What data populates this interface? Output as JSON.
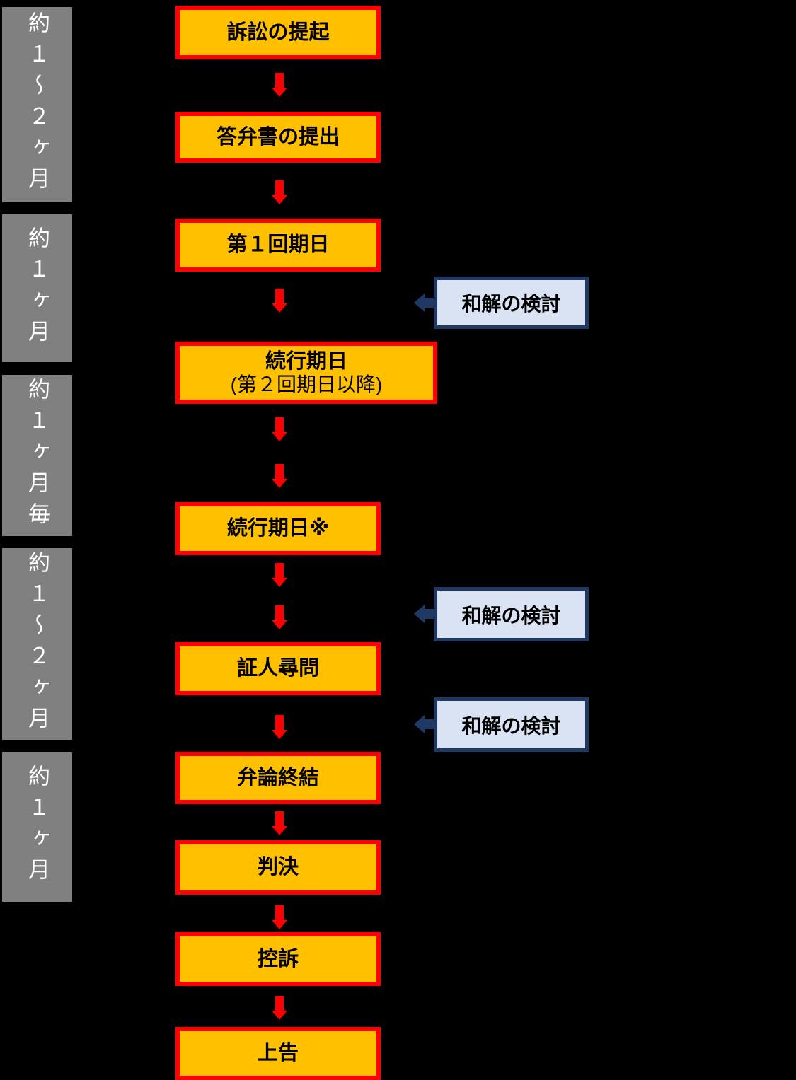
{
  "figure": {
    "type": "flowchart",
    "background": "#000000",
    "colors": {
      "node_fill": "#FFC000",
      "node_border": "#FF0000",
      "flow_arrow": "#FF0000",
      "duration_bar_bg": "#808080",
      "duration_bar_text": "#FFFFFF",
      "settlement_fill": "#DAE3F3",
      "settlement_border": "#1F3864",
      "settlement_arrow": "#1F3864"
    },
    "duration_labels": [
      {
        "text": "約１〜２ヶ月"
      },
      {
        "text": "約１ヶ月"
      },
      {
        "text": "約１ヶ月毎"
      },
      {
        "text": "約１〜２ヶ月"
      },
      {
        "text": "約１ヶ月"
      }
    ],
    "nodes": [
      {
        "label": "訴訟の提起"
      },
      {
        "label": "答弁書の提出"
      },
      {
        "label": "第１回期日"
      },
      {
        "label": "続行期日",
        "sublabel": "(第２回期日以降)"
      },
      {
        "label": "続行期日※"
      },
      {
        "label": "証人尋問"
      },
      {
        "label": "弁論終結"
      },
      {
        "label": "判決"
      },
      {
        "label": "控訴"
      },
      {
        "label": "上告"
      }
    ],
    "settlement_boxes": [
      {
        "label": "和解の検討"
      },
      {
        "label": "和解の検討"
      },
      {
        "label": "和解の検討"
      }
    ]
  }
}
